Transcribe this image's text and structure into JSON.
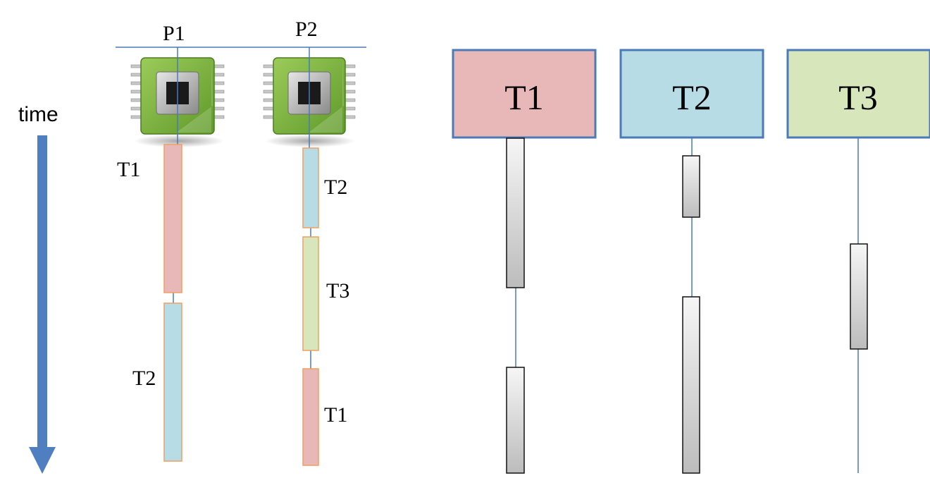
{
  "time_axis": {
    "label": "time"
  },
  "processors": [
    {
      "label": "P1"
    },
    {
      "label": "P2"
    }
  ],
  "schedule": {
    "p1_segments": [
      {
        "label": "T1",
        "color": "#e8b8b8"
      },
      {
        "label": "T2",
        "color": "#b8dce6"
      }
    ],
    "p2_segments": [
      {
        "label": "T2",
        "color": "#b8dce6"
      },
      {
        "label": "T3",
        "color": "#d8e6bc"
      },
      {
        "label": "T1",
        "color": "#e8b8b8"
      }
    ]
  },
  "threads": [
    {
      "label": "T1",
      "color": "#e8b8b8"
    },
    {
      "label": "T2",
      "color": "#b8dce6"
    },
    {
      "label": "T3",
      "color": "#d8e6bc"
    }
  ],
  "colors": {
    "line_blue": "#4a7ab8",
    "arrow_blue": "#4f7fc0",
    "segment_border": "#f0a060",
    "header_border": "#4a7ab8",
    "activation_fill_top": "#f4f4f4",
    "activation_fill_bottom": "#bdbdbd"
  }
}
